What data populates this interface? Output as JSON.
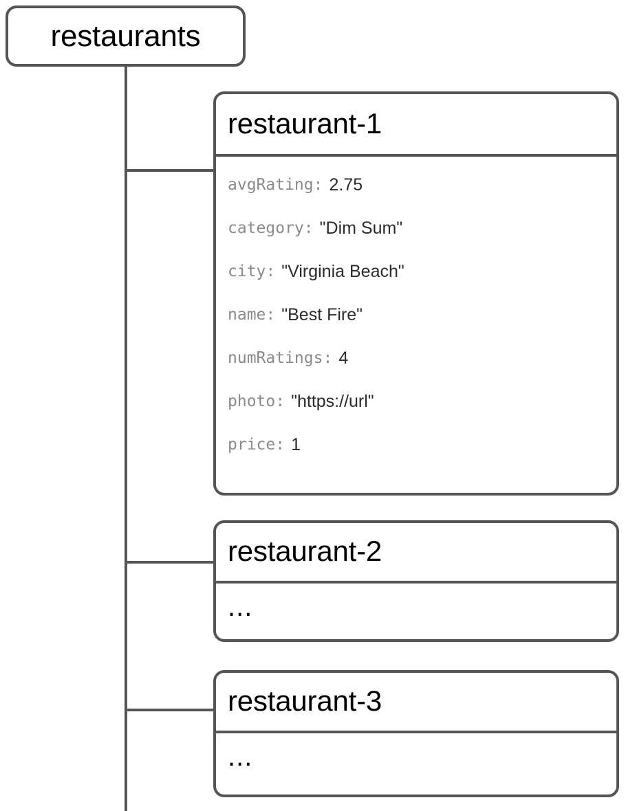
{
  "diagram": {
    "root": {
      "label": "restaurants"
    },
    "documents": [
      {
        "title": "restaurant-1",
        "fields": [
          {
            "key": "avgRating",
            "colon": ":",
            "value": "2.75"
          },
          {
            "key": "category",
            "colon": ":",
            "value": "\"Dim Sum\""
          },
          {
            "key": "city",
            "colon": ":",
            "value": "\"Virginia Beach\""
          },
          {
            "key": "name",
            "colon": ":",
            "value": "\"Best Fire\""
          },
          {
            "key": "numRatings",
            "colon": ":",
            "value": "4"
          },
          {
            "key": "photo",
            "colon": ":",
            "value": "\"https://url\""
          },
          {
            "key": "price",
            "colon": ":",
            "value": "1"
          }
        ],
        "ellipsis": null
      },
      {
        "title": "restaurant-2",
        "fields": [],
        "ellipsis": "..."
      },
      {
        "title": "restaurant-3",
        "fields": [],
        "ellipsis": "..."
      }
    ],
    "colors": {
      "stroke": "#555555",
      "key_text": "#8a8a8a",
      "value_text": "#2b2b2b",
      "title_text": "#000000",
      "background": "#ffffff"
    }
  }
}
